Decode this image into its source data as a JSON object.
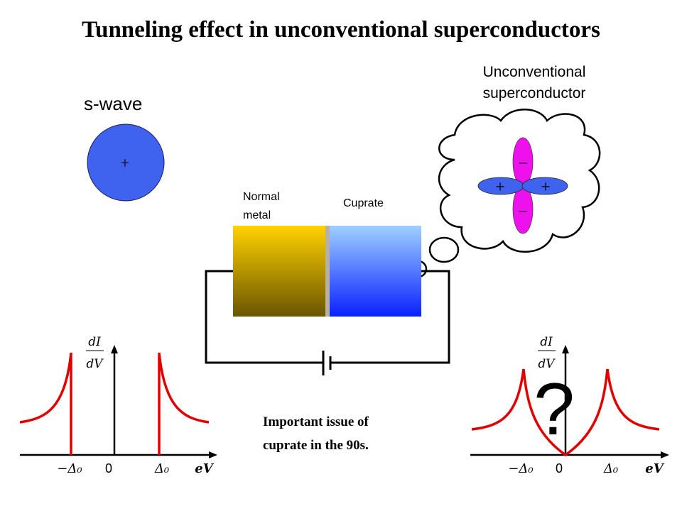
{
  "title": "Tunneling effect in unconventional superconductors",
  "swave": {
    "label": "s-wave",
    "sign": "+",
    "color": "#3f63ee"
  },
  "unconventional": {
    "label_line1": "Unconventional",
    "label_line2": "superconductor",
    "lobe_color": "#ee11ee",
    "horizontal_lobe_color": "#3f63ee",
    "signs": {
      "top": "−",
      "bottom": "−",
      "left": "+",
      "right": "+"
    }
  },
  "junction": {
    "normal_label_line1": "Normal",
    "normal_label_line2": "metal",
    "cuprate_label": "Cuprate",
    "normal_color_top": "#ffd200",
    "normal_color_bottom": "#6a5500",
    "cuprate_color_top": "#9fd0ff",
    "cuprate_color_bottom": "#0a20ff"
  },
  "note": {
    "line1": "Important issue of",
    "line2": "cuprate in the 90s."
  },
  "left_plot": {
    "ylabel_num": "dI",
    "ylabel_den": "dV",
    "xlabel": "eV",
    "tick_neg": "−Δ₀",
    "tick_zero": "0",
    "tick_pos": "Δ₀",
    "curve_color": "#e00000"
  },
  "right_plot": {
    "ylabel_num": "dI",
    "ylabel_den": "dV",
    "xlabel": "eV",
    "tick_neg": "−Δ₀",
    "tick_zero": "0",
    "tick_pos": "Δ₀",
    "question": "?",
    "curve_color": "#e00000"
  }
}
